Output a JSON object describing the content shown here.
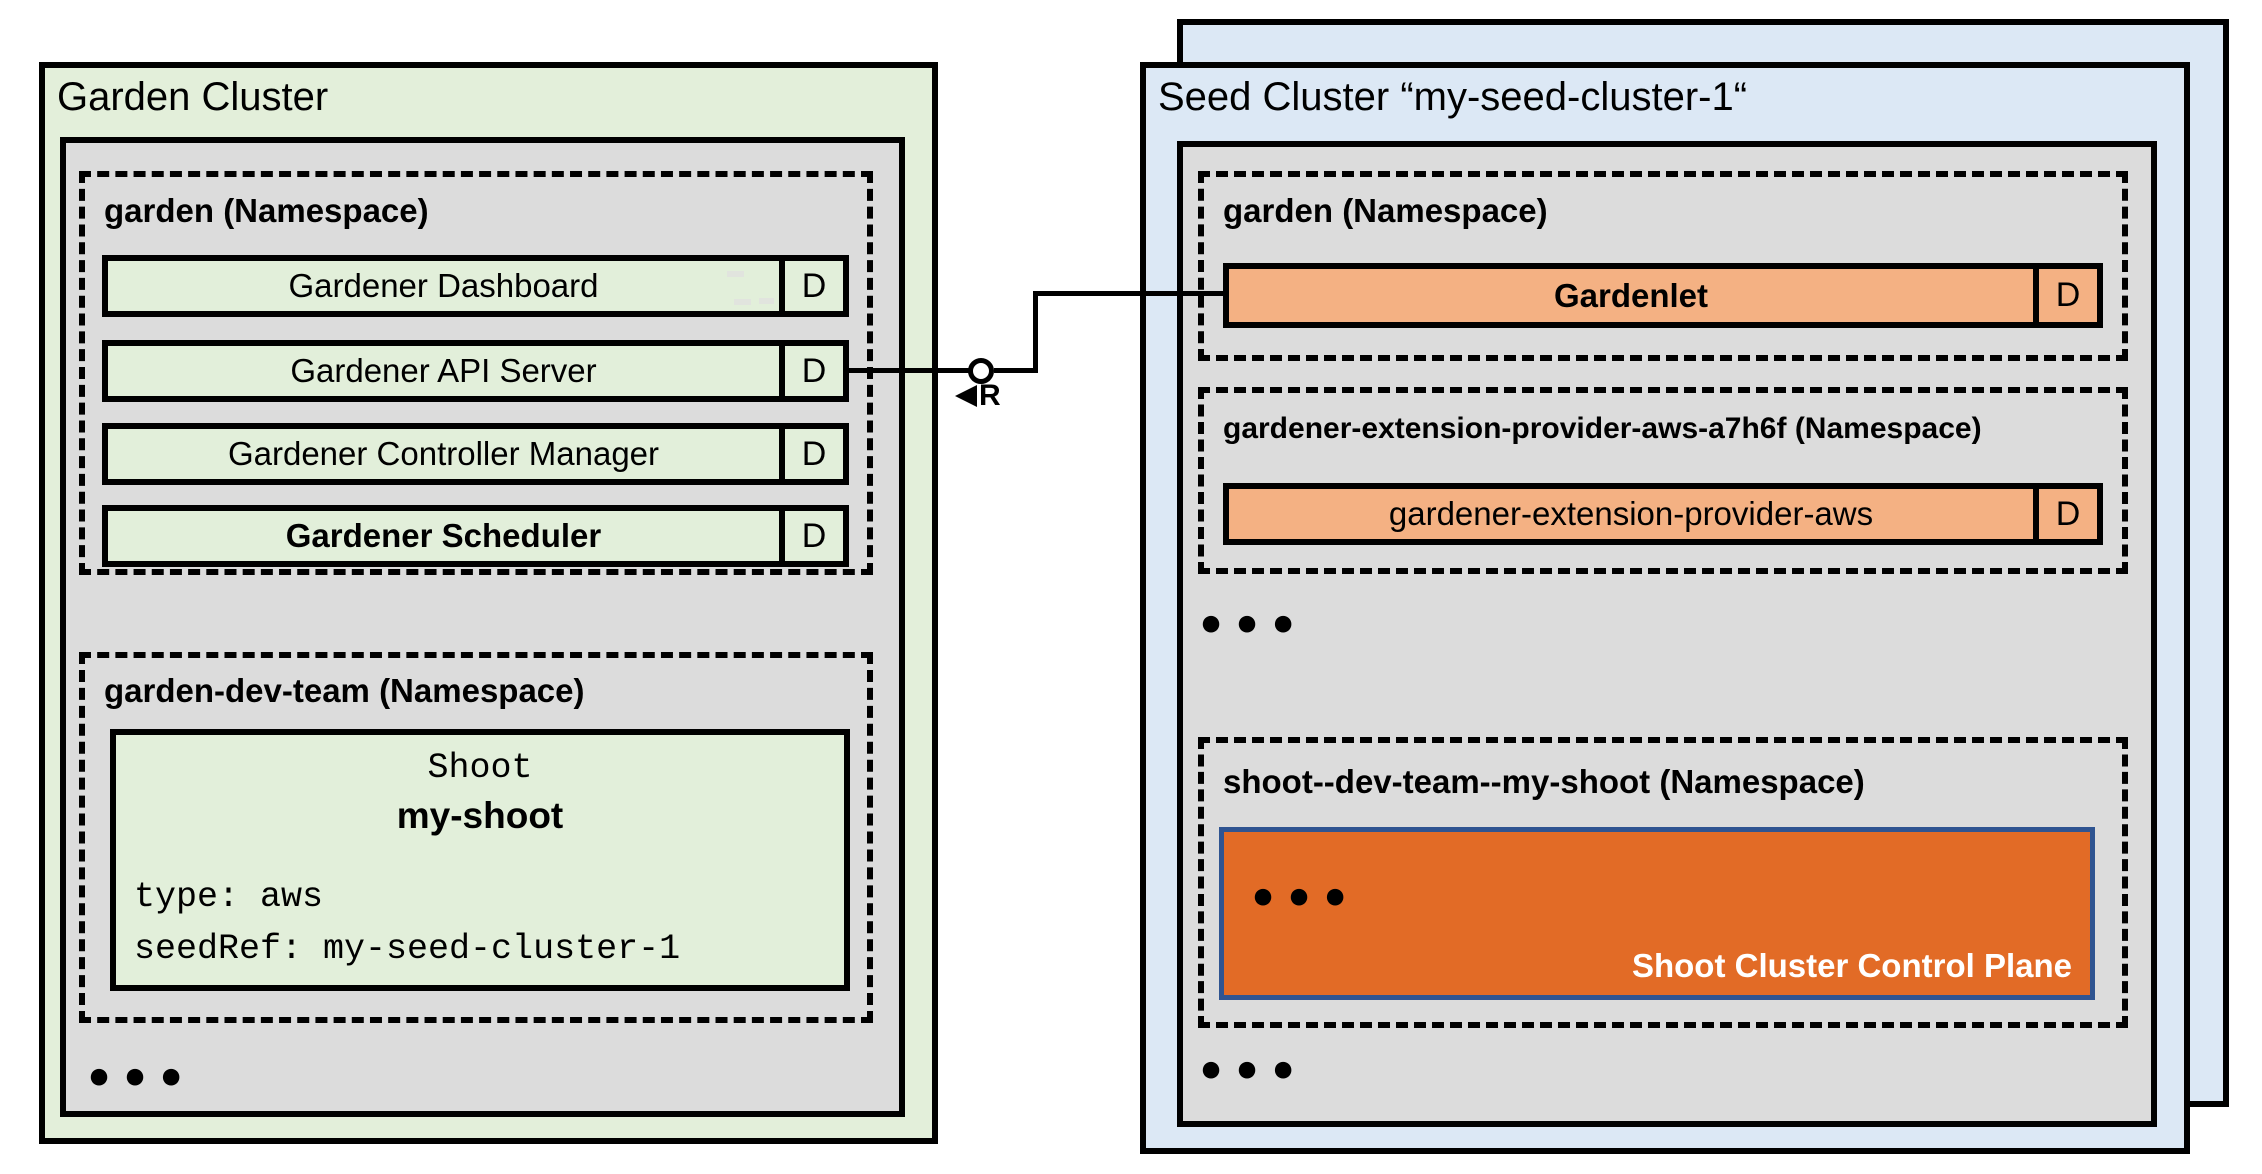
{
  "colors": {
    "garden_cluster_fill": "#e3efda",
    "deployment_green_fill": "#e2efda",
    "namespace_gray_fill": "#dcdcdc",
    "seed_cluster_fill": "#dce8f5",
    "deployment_orange_fill": "#f4b183",
    "control_plane_fill": "#e26b26",
    "control_plane_border": "#2f5491",
    "line_color": "#000000"
  },
  "garden_cluster": {
    "title": "Garden Cluster",
    "garden_namespace": {
      "label": "garden (Namespace)",
      "deployments": [
        {
          "label": "Gardener Dashboard",
          "badge": "D"
        },
        {
          "label": "Gardener API Server",
          "badge": "D"
        },
        {
          "label": "Gardener Controller Manager",
          "badge": "D"
        },
        {
          "label": "Gardener Scheduler",
          "badge": "D"
        }
      ]
    },
    "dev_namespace": {
      "label": "garden-dev-team (Namespace)",
      "shoot_resource": {
        "kind": "Shoot",
        "name": "my-shoot",
        "spec_line_1": "type: aws",
        "spec_line_2": "seedRef: my-seed-cluster-1"
      }
    },
    "more_indicator": "•••"
  },
  "connector": {
    "interface_label": "R"
  },
  "seed_cluster": {
    "title": "Seed Cluster “my-seed-cluster-1“",
    "garden_namespace": {
      "label": "garden (Namespace)",
      "deployment": {
        "label": "Gardenlet",
        "badge": "D"
      }
    },
    "extension_namespace": {
      "label": "gardener-extension-provider-aws-a7h6f (Namespace)",
      "deployment": {
        "label": "gardener-extension-provider-aws",
        "badge": "D"
      }
    },
    "more_indicator_top": "•••",
    "shoot_namespace": {
      "label": "shoot--dev-team--my-shoot (Namespace)",
      "control_plane": {
        "more_indicator": "•••",
        "label": "Shoot Cluster Control Plane"
      }
    },
    "more_indicator_bottom": "•••"
  }
}
